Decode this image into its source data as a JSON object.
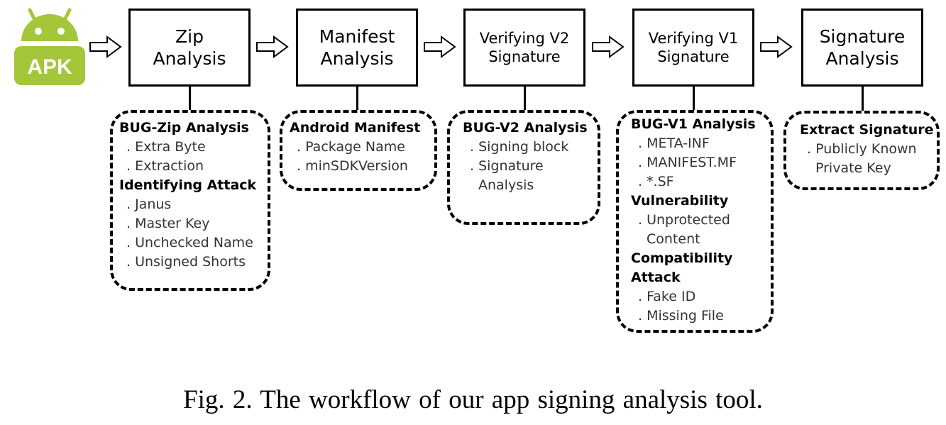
{
  "apk_logo": {
    "label": "APK",
    "color": "#a4c639"
  },
  "stages": [
    {
      "title": "Zip\nAnalysis",
      "size": "big"
    },
    {
      "title": "Manifest\nAnalysis",
      "size": "big"
    },
    {
      "title": "Verifying V2\nSignature",
      "size": "small"
    },
    {
      "title": "Verifying V1\nSignature",
      "size": "small"
    },
    {
      "title": "Signature\nAnalysis",
      "size": "big"
    }
  ],
  "details": [
    {
      "sections": [
        {
          "title": "BUG-Zip Analysis",
          "items": [
            ". Extra Byte",
            ". Extraction"
          ]
        },
        {
          "title": "Identifying Attack",
          "items": [
            ". Janus",
            ". Master Key",
            ". Unchecked Name",
            ". Unsigned Shorts"
          ]
        }
      ]
    },
    {
      "sections": [
        {
          "title": "Android Manifest",
          "items": [
            ". Package Name",
            ". minSDKVersion"
          ]
        }
      ]
    },
    {
      "sections": [
        {
          "title": "BUG-V2 Analysis",
          "items": [
            ". Signing block",
            ". Signature",
            "Analysis"
          ]
        }
      ]
    },
    {
      "sections": [
        {
          "title": "BUG-V1 Analysis",
          "items": [
            ". META-INF",
            ". MANIFEST.MF",
            ". *.SF"
          ]
        },
        {
          "title": "Vulnerability",
          "items": [
            ". Unprotected",
            "Content"
          ]
        },
        {
          "title": "Compatibility",
          "items": []
        },
        {
          "title": "Attack",
          "items": [
            ". Fake ID",
            ". Missing File"
          ]
        }
      ]
    },
    {
      "sections": [
        {
          "title": "Extract Signature",
          "items": [
            ". Publicly Known",
            "Private Key"
          ]
        }
      ]
    }
  ],
  "caption": "Fig. 2.  The workflow of our app signing analysis tool."
}
